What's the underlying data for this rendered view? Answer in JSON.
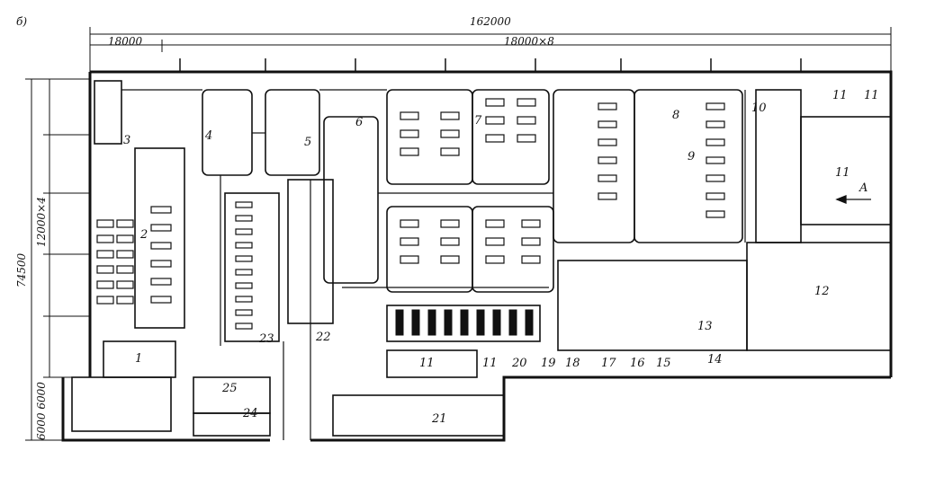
{
  "figure_label": "б)",
  "dimensions": {
    "overall_length": "162000",
    "first_bay": "18000",
    "bays": "18000×8",
    "overall_width": "74500",
    "span_grid": "12000×4",
    "edge_spans": "6000 6000"
  },
  "view_marker": "A",
  "zones": [
    "1",
    "2",
    "3",
    "4",
    "5",
    "6",
    "7",
    "8",
    "9",
    "10",
    "11",
    "11",
    "11",
    "11",
    "11",
    "12",
    "13",
    "14",
    "15",
    "16",
    "17",
    "18",
    "19",
    "20",
    "21",
    "22",
    "23",
    "24",
    "25"
  ]
}
